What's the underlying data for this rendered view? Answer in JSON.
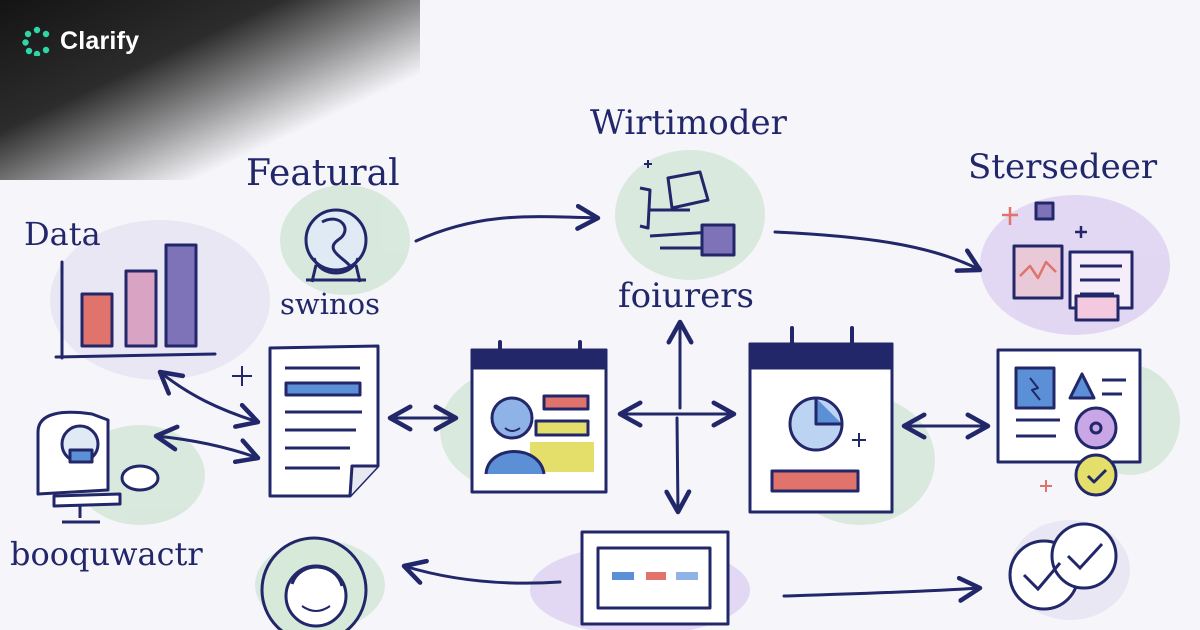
{
  "brand": {
    "name": "Clarify",
    "accent": "#2fd6a6"
  },
  "labels": {
    "data": "Data",
    "featural": "Featural",
    "swinos": "swinos",
    "wirtimoder": "Wirtimoder",
    "foiurers": "foiurers",
    "stersedeer": "Stersedeer",
    "booquwactr": "booquwactr"
  },
  "colors": {
    "ink": "#22276a",
    "red": "#e0736c",
    "purple": "#7e72b8",
    "blue": "#5b8fd6",
    "yellow": "#e4df6a",
    "green_wash": "#cfe4d4",
    "purple_wash": "#dccdf0"
  },
  "icons": [
    "bar-chart-icon",
    "document-icon",
    "profile-card-icon",
    "calendar-chart-icon",
    "dashboard-card-icon",
    "globe-head-icon",
    "flowchart-icon",
    "analytics-cards-icon",
    "user-computer-icon",
    "user-face-icon",
    "browser-window-icon",
    "double-check-icon"
  ]
}
